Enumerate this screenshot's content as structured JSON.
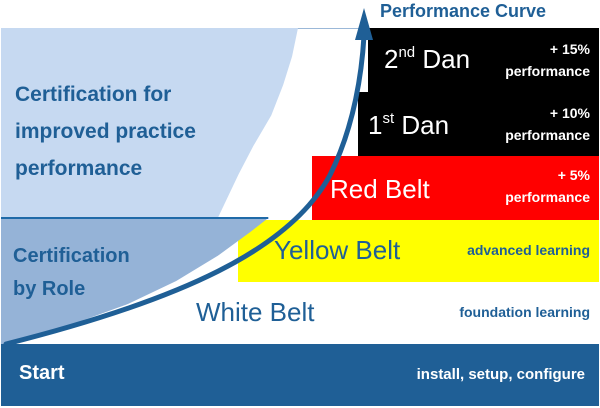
{
  "title": "Performance Curve",
  "left_regions": {
    "practice": {
      "lines": [
        "Certification for",
        "improved practice",
        "performance"
      ]
    },
    "role": {
      "lines": [
        "Certification",
        "by Role"
      ]
    }
  },
  "levels": {
    "dan2": {
      "label": "Dan",
      "ordinal": "2",
      "ordinal_suffix": "nd",
      "gain": "+ 15%",
      "gain_unit": "performance"
    },
    "dan1": {
      "label": "Dan",
      "ordinal": "1",
      "ordinal_suffix": "st",
      "gain": "+ 10%",
      "gain_unit": "performance"
    },
    "red": {
      "label": "Red Belt",
      "gain": "+ 5%",
      "gain_unit": "performance"
    },
    "yellow": {
      "label": "Yellow Belt",
      "note": "advanced learning"
    },
    "white": {
      "label": "White Belt",
      "note": "foundation learning"
    }
  },
  "start": {
    "label": "Start",
    "note": "install, setup, configure"
  },
  "colors": {
    "dan_band": "#000000",
    "red_band": "#ff0000",
    "yellow_band": "#ffff00",
    "white_band": "#ffffff",
    "start_bar": "#1f5f96",
    "curve": "#1f5f96",
    "region_practice": "#c6d9f1",
    "region_role": "#95b3d7"
  }
}
